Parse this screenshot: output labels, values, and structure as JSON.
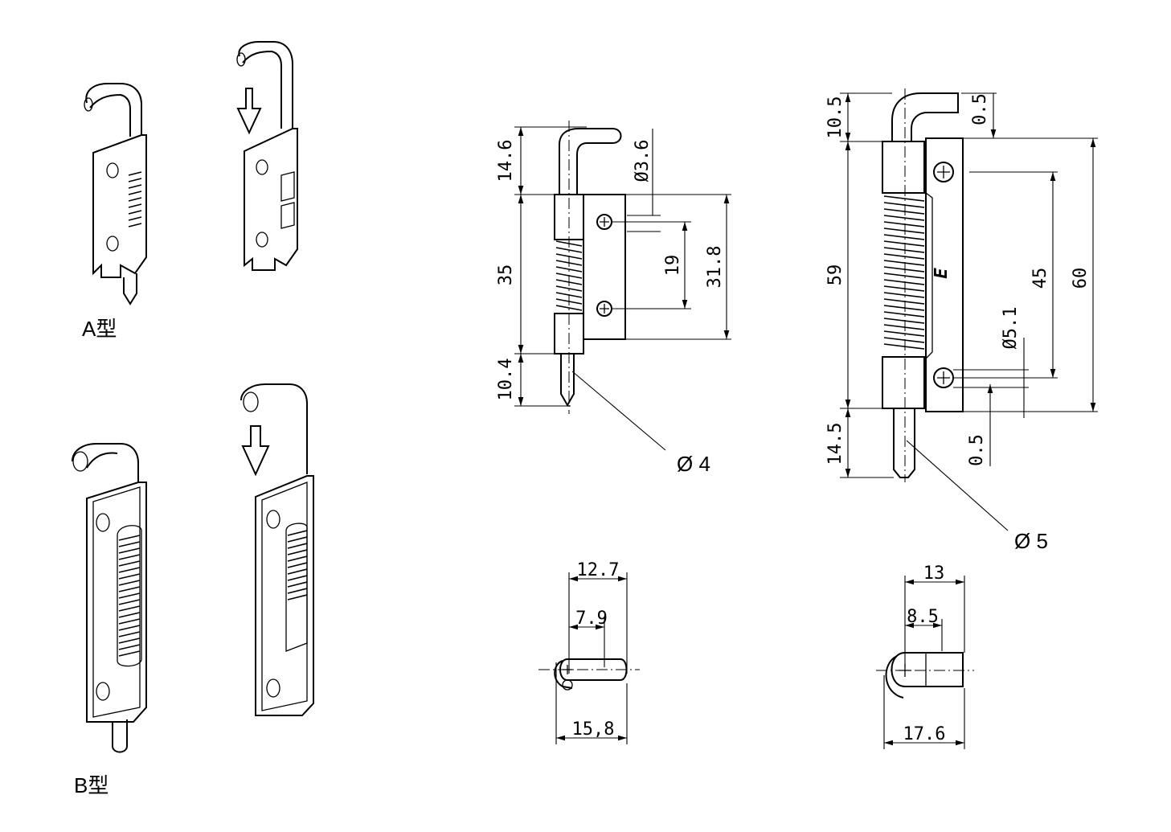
{
  "labels": {
    "type_a": "A型",
    "type_b": "B型"
  },
  "drawing_a": {
    "dim_top": "14.6",
    "dim_pin_dia": "Ø3.6",
    "dim_body": "35",
    "dim_hole_pitch": "19",
    "dim_plate": "31.8",
    "dim_bottom": "10.4",
    "dim_shaft": "Ø 4"
  },
  "drawing_b": {
    "dim_top": "10.5",
    "dim_top_gap": "0.5",
    "dim_body": "59",
    "dim_hole_pitch": "45",
    "dim_plate": "60",
    "dim_hole_dia": "Ø5.1",
    "dim_bottom_gap": "0.5",
    "dim_bottom": "14.5",
    "dim_shaft": "Ø 5",
    "mark": "E"
  },
  "section_a": {
    "dim_top": "12.7",
    "dim_mid": "7.9",
    "dim_bottom": "15,8"
  },
  "section_b": {
    "dim_top": "13",
    "dim_mid": "8.5",
    "dim_bottom": "17.6"
  }
}
